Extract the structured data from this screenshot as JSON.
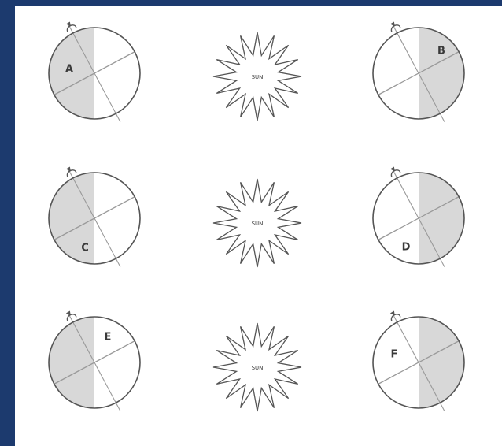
{
  "diagram": {
    "sun_label": "SUN",
    "earths": [
      {
        "id": "earth-a",
        "label": "A",
        "dark_side": "left"
      },
      {
        "id": "earth-b",
        "label": "B",
        "dark_side": "right"
      },
      {
        "id": "earth-c",
        "label": "C",
        "dark_side": "left"
      },
      {
        "id": "earth-d",
        "label": "D",
        "dark_side": "right"
      },
      {
        "id": "earth-e",
        "label": "E",
        "dark_side": "left"
      },
      {
        "id": "earth-f",
        "label": "F",
        "dark_side": "right"
      }
    ],
    "colors": {
      "background": "#1c3a6e",
      "panel": "#ffffff",
      "shade": "#d8d8d8",
      "outline": "#555555",
      "axis": "#999999"
    }
  }
}
